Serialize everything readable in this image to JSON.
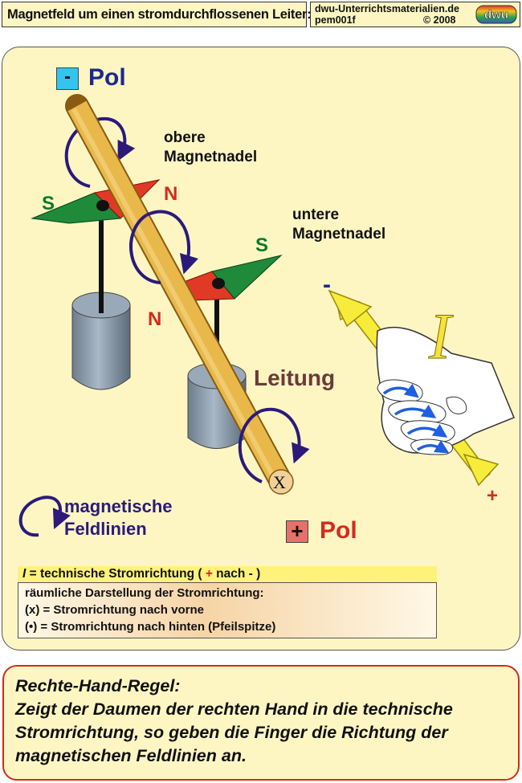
{
  "header": {
    "title": "Magnetfeld um einen stromdurchflossenen Leiter:",
    "source_site": "dwu-Unterrichtsmaterialien.de",
    "code": "pem001f",
    "copyright": "© 2008",
    "logo_text": "dwu"
  },
  "diagram": {
    "pol_top_sign": "-",
    "pol_top_label": "Pol",
    "pol_bottom_sign": "+",
    "pol_bottom_label": "Pol",
    "upper_needle_label": "obere Magnetnadel",
    "lower_needle_label": "untere Magnetnadel",
    "upper_s": "S",
    "upper_n": "N",
    "lower_s": "S",
    "lower_n": "N",
    "wire_label": "Leitung",
    "field_lines_label": "magnetische Feldlinien",
    "cross_symbol": "X",
    "hand_minus": "-",
    "hand_plus": "+",
    "current_symbol": "I"
  },
  "legend": {
    "current_line_symbol": "I",
    "current_line_text": " = technische Stromrichtung ( ",
    "current_line_plus": "+",
    "current_line_end": " nach - )",
    "line1": "räumliche Darstellung der Stromrichtung:",
    "line2": "(x) = Stromrichtung nach vorne",
    "line3": "(•) = Stromrichtung nach hinten (Pfeilspitze)"
  },
  "rule": {
    "title": "Rechte-Hand-Regel:",
    "text": "Zeigt der Daumen der rechten Hand in die technische Stromrichtung, so geben die Finger die Richtung der magnetischen Feldlinien an."
  },
  "colors": {
    "panel": "#fdf6c3",
    "wire": "#e8b84a",
    "needle_red": "#d42a1e",
    "needle_green": "#0b7a2a",
    "field_arrow": "#2b1a7a",
    "rule_border": "#d42a1e"
  }
}
